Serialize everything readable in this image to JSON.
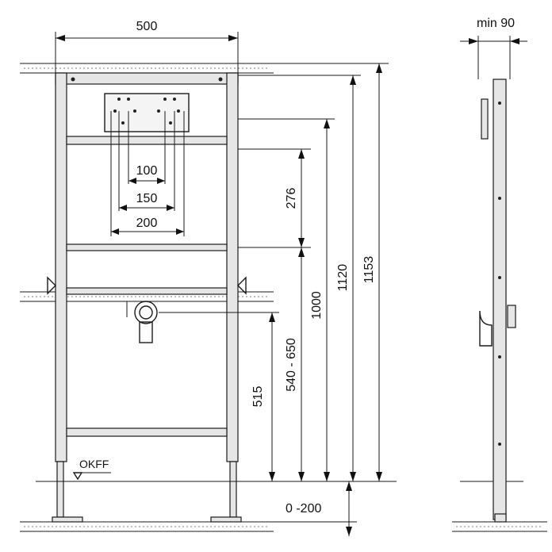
{
  "dimensions": {
    "width_top": "500",
    "side_depth": "min 90",
    "d100": "100",
    "d150": "150",
    "d200": "200",
    "d276": "276",
    "d515": "515",
    "d540_650": "540 - 650",
    "d1000": "1000",
    "d1120": "1120",
    "d1153": "1153",
    "d0_200": "0 -200"
  },
  "floor_label": "OKFF"
}
